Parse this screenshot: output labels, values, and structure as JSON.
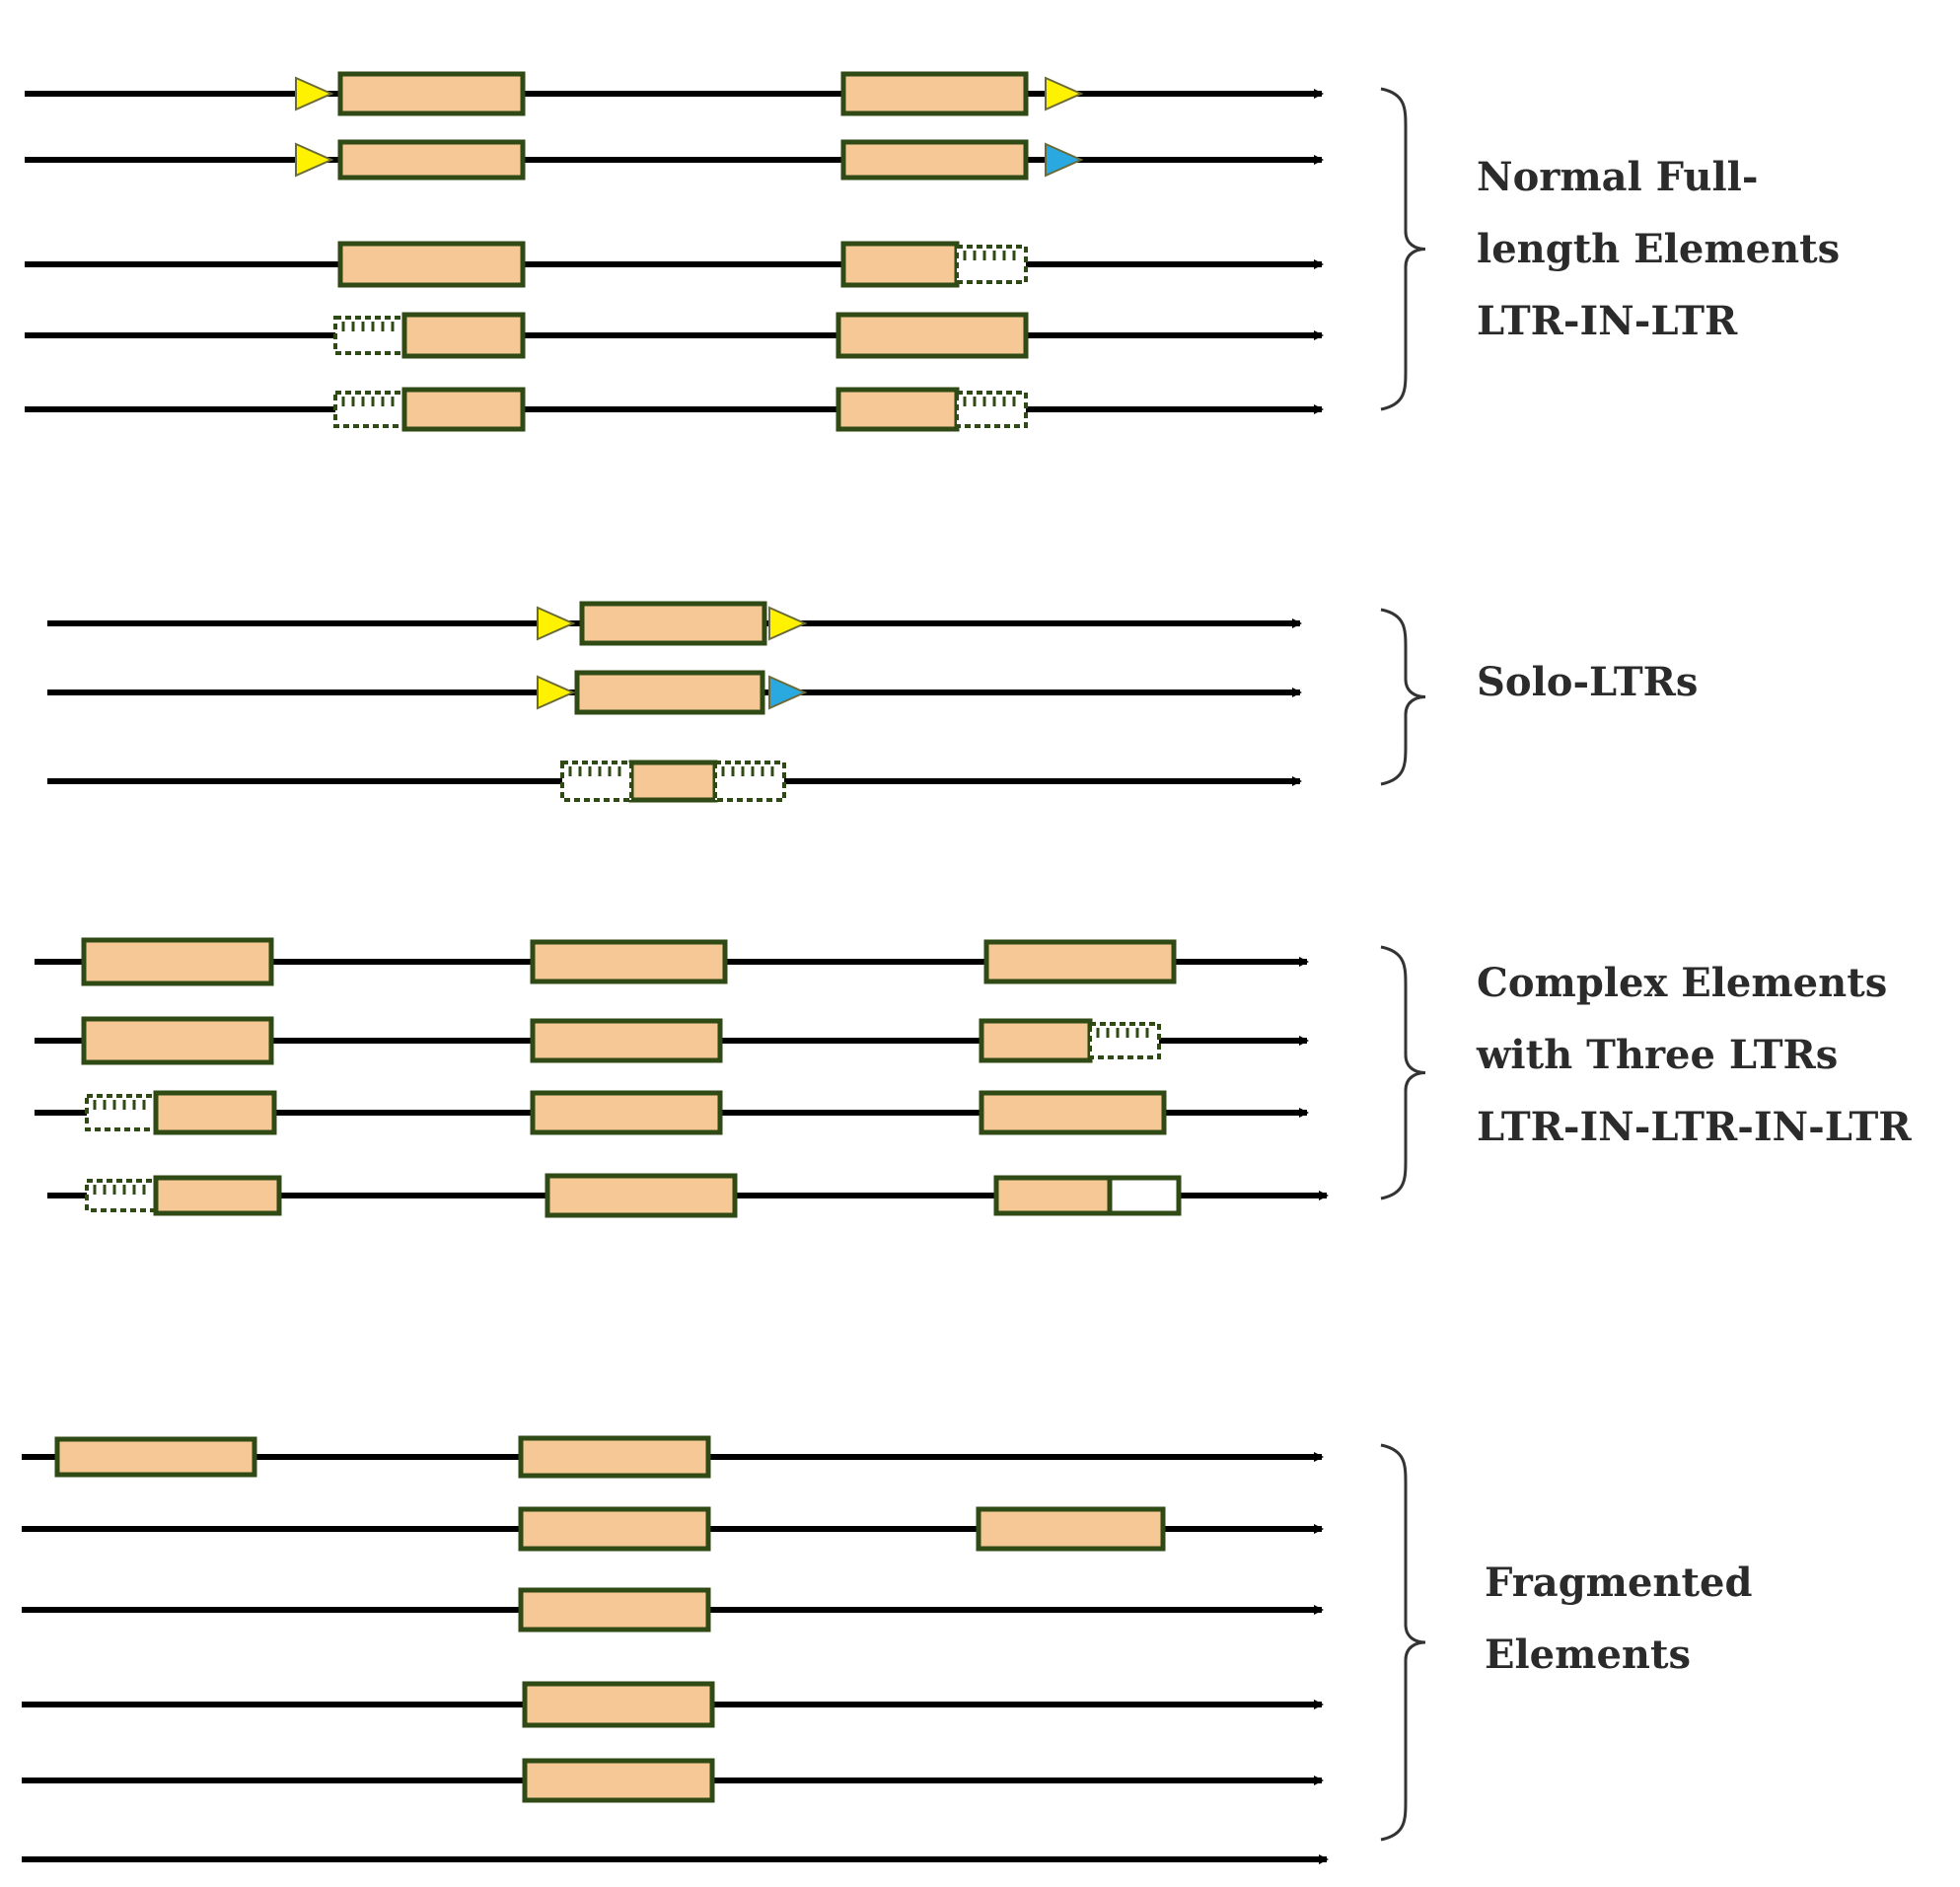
{
  "colors": {
    "box_fill": "#f5c896",
    "box_border": "#2f4a14",
    "line": "#000000",
    "ltr_tsd_primary": "#fff200",
    "ltr_tsd_variant": "#29a9e0"
  },
  "groups": [
    {
      "id": "normal",
      "label_lines": [
        "Normal Full-",
        "length Elements",
        "LTR-IN-LTR"
      ],
      "rows": [
        {
          "boxes": [
            {
              "kind": "solid"
            },
            {
              "kind": "solid"
            }
          ],
          "markers": [
            "yellow",
            "yellow"
          ]
        },
        {
          "boxes": [
            {
              "kind": "solid"
            },
            {
              "kind": "solid"
            }
          ],
          "markers": [
            "yellow",
            "blue"
          ]
        },
        {
          "boxes": [
            {
              "kind": "solid"
            },
            {
              "kind": "solid",
              "partial": "right"
            }
          ],
          "markers": []
        },
        {
          "boxes": [
            {
              "kind": "solid",
              "partial": "left"
            },
            {
              "kind": "solid"
            }
          ],
          "markers": []
        },
        {
          "boxes": [
            {
              "kind": "solid",
              "partial": "left"
            },
            {
              "kind": "solid",
              "partial": "right"
            }
          ],
          "markers": []
        }
      ]
    },
    {
      "id": "solo",
      "label_lines": [
        "Solo-LTRs"
      ],
      "rows": [
        {
          "boxes": [
            {
              "kind": "solid"
            }
          ],
          "markers": [
            "yellow",
            "yellow"
          ]
        },
        {
          "boxes": [
            {
              "kind": "solid"
            }
          ],
          "markers": [
            "yellow",
            "blue"
          ]
        },
        {
          "boxes": [
            {
              "kind": "solid",
              "partial": "both"
            }
          ],
          "markers": []
        }
      ]
    },
    {
      "id": "complex",
      "label_lines": [
        "Complex Elements",
        "with Three LTRs",
        "LTR-IN-LTR-IN-LTR"
      ],
      "rows": [
        {
          "boxes": [
            {
              "kind": "solid"
            },
            {
              "kind": "solid"
            },
            {
              "kind": "solid"
            }
          ]
        },
        {
          "boxes": [
            {
              "kind": "solid"
            },
            {
              "kind": "solid"
            },
            {
              "kind": "solid",
              "partial": "right"
            }
          ]
        },
        {
          "boxes": [
            {
              "kind": "solid",
              "partial": "left"
            },
            {
              "kind": "solid"
            },
            {
              "kind": "solid"
            }
          ]
        },
        {
          "boxes": [
            {
              "kind": "solid",
              "partial": "left"
            },
            {
              "kind": "solid"
            },
            {
              "kind": "solid",
              "partial": "right-empty"
            }
          ]
        }
      ]
    },
    {
      "id": "fragmented",
      "label_lines": [
        "Fragmented",
        "Elements"
      ],
      "rows": [
        {
          "boxes": [
            {
              "kind": "solid"
            },
            {
              "kind": "solid"
            }
          ]
        },
        {
          "boxes": [
            {
              "kind": "solid"
            },
            {
              "kind": "solid"
            }
          ]
        },
        {
          "boxes": [
            {
              "kind": "solid"
            }
          ]
        },
        {
          "boxes": [
            {
              "kind": "solid"
            }
          ]
        },
        {
          "boxes": [
            {
              "kind": "solid"
            }
          ]
        },
        {
          "boxes": []
        }
      ]
    }
  ]
}
